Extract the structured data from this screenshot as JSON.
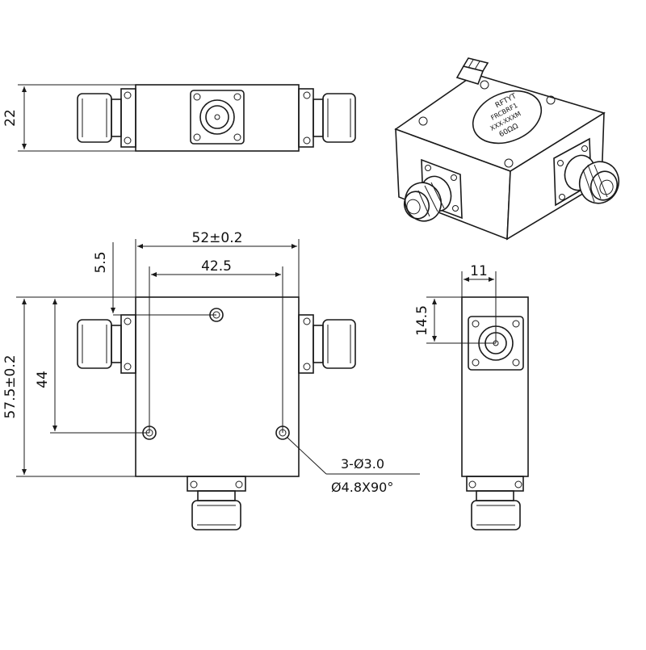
{
  "dimensions": {
    "side_height": "22",
    "top_width": "52±0.2",
    "hole_spacing_x": "42.5",
    "hole_offset_top": "5.5",
    "top_height": "57.5±0.2",
    "hole_spacing_y": "44",
    "connector_flange": "11",
    "connector_offset": "14.5",
    "hole_callout_1": "3-Ø3.0",
    "hole_callout_2": "Ø4.8X90°"
  },
  "label": {
    "line1": "RFTYT",
    "line2": "FRCBRF1",
    "line3": "XXX-XXXM",
    "line4": "60ΩΩ"
  },
  "colors": {
    "line": "#1a1a1a",
    "background": "#ffffff"
  }
}
